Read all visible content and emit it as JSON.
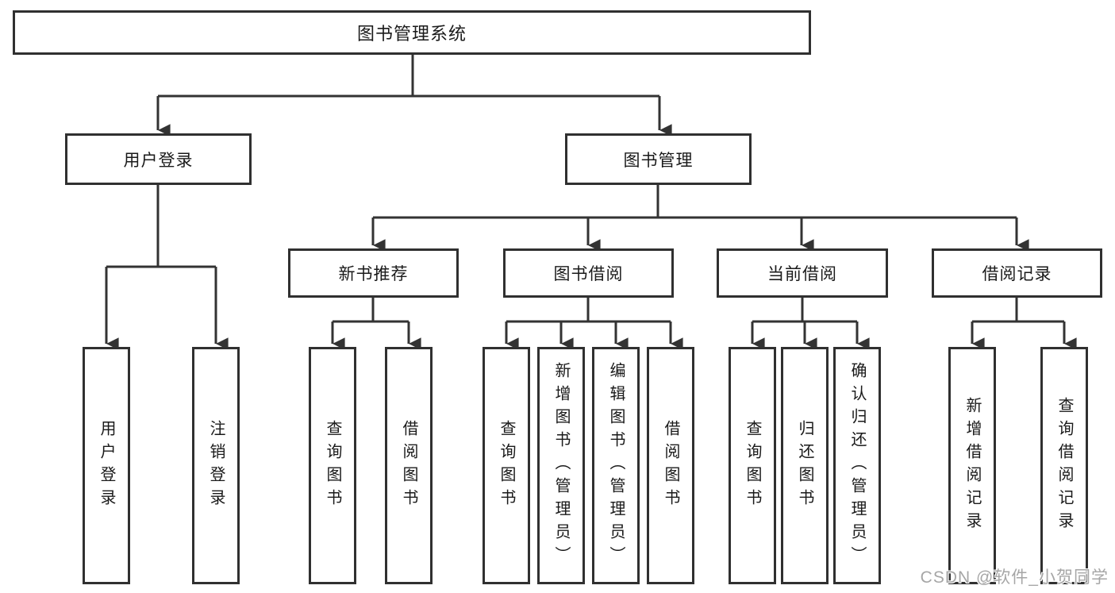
{
  "diagram": {
    "root": {
      "label": "图书管理系统"
    },
    "branches": [
      {
        "label": "用户登录",
        "children": [
          {
            "label": "用户登录"
          },
          {
            "label": "注销登录"
          }
        ]
      },
      {
        "label": "图书管理",
        "sections": [
          {
            "label": "新书推荐",
            "children": [
              {
                "label": "查询图书"
              },
              {
                "label": "借阅图书"
              }
            ]
          },
          {
            "label": "图书借阅",
            "children": [
              {
                "label": "查询图书"
              },
              {
                "label": "新增图书（管理员）"
              },
              {
                "label": "编辑图书（管理员）"
              },
              {
                "label": "借阅图书"
              }
            ]
          },
          {
            "label": "当前借阅",
            "children": [
              {
                "label": "查询图书"
              },
              {
                "label": "归还图书"
              },
              {
                "label": "确认归还（管理员）"
              }
            ]
          },
          {
            "label": "借阅记录",
            "children": [
              {
                "label": "新增借阅记录"
              },
              {
                "label": "查询借阅记录"
              }
            ]
          }
        ]
      }
    ]
  },
  "watermark": {
    "text": "CSDN @软件_小贺同学"
  },
  "colors": {
    "line": "#333333",
    "border": "#303030",
    "text": "#1a1a1a",
    "watermark": "#a6a6a6",
    "background": "#ffffff"
  }
}
